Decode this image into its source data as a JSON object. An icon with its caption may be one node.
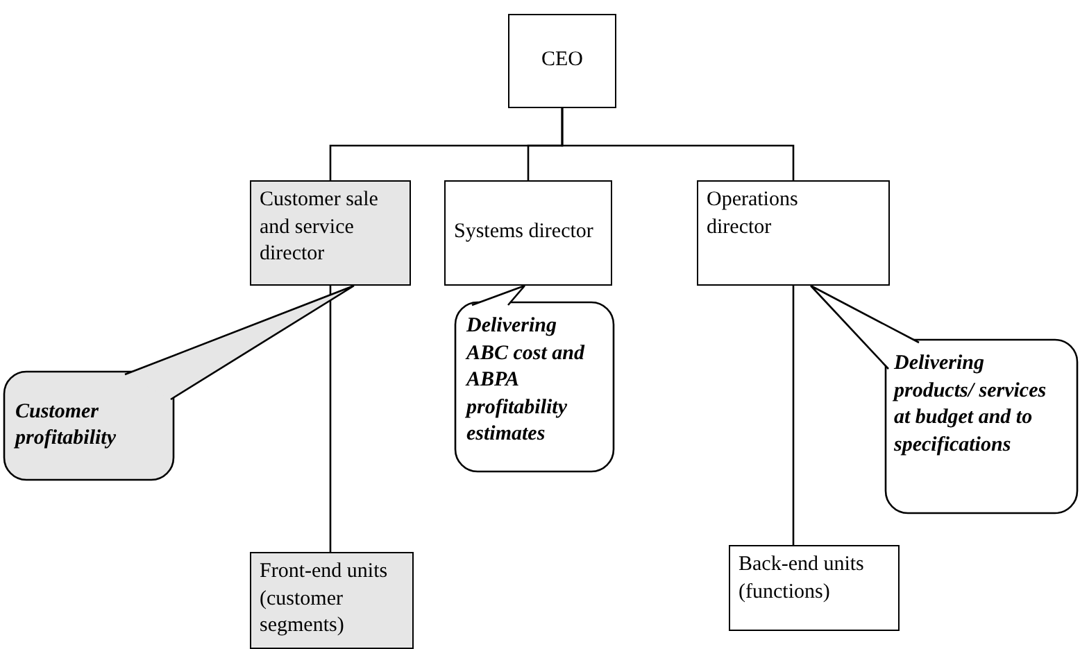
{
  "diagram": {
    "nodes": [
      {
        "text": [
          "CEO"
        ]
      },
      {
        "text": [
          "Customer sale and service director"
        ]
      },
      {
        "text": [
          "Systems director"
        ]
      },
      {
        "text": [
          "Operations director"
        ]
      },
      {
        "text": [
          "Customer profitability"
        ]
      },
      {
        "text": [
          "Delivering ABC cost and ABPA profitability estimates"
        ]
      },
      {
        "text": [
          "Delivering products/ services at budget and to specifications"
        ]
      },
      {
        "text": [
          "Front-end units (customer segments)"
        ]
      },
      {
        "text": [
          "Back-end units (functions)"
        ]
      }
    ],
    "edges": [
      {
        "from": 0,
        "to": 1,
        "arrow": "none"
      },
      {
        "from": 0,
        "to": 2,
        "arrow": "none"
      },
      {
        "from": 0,
        "to": 3,
        "arrow": "none"
      },
      {
        "from": 1,
        "to": 7,
        "arrow": "none"
      },
      {
        "from": 3,
        "to": 8,
        "arrow": "none"
      },
      {
        "from": 4,
        "to": 1,
        "arrow": "none"
      },
      {
        "from": 5,
        "to": 2,
        "arrow": "none"
      },
      {
        "from": 6,
        "to": 3,
        "arrow": "none"
      }
    ]
  }
}
